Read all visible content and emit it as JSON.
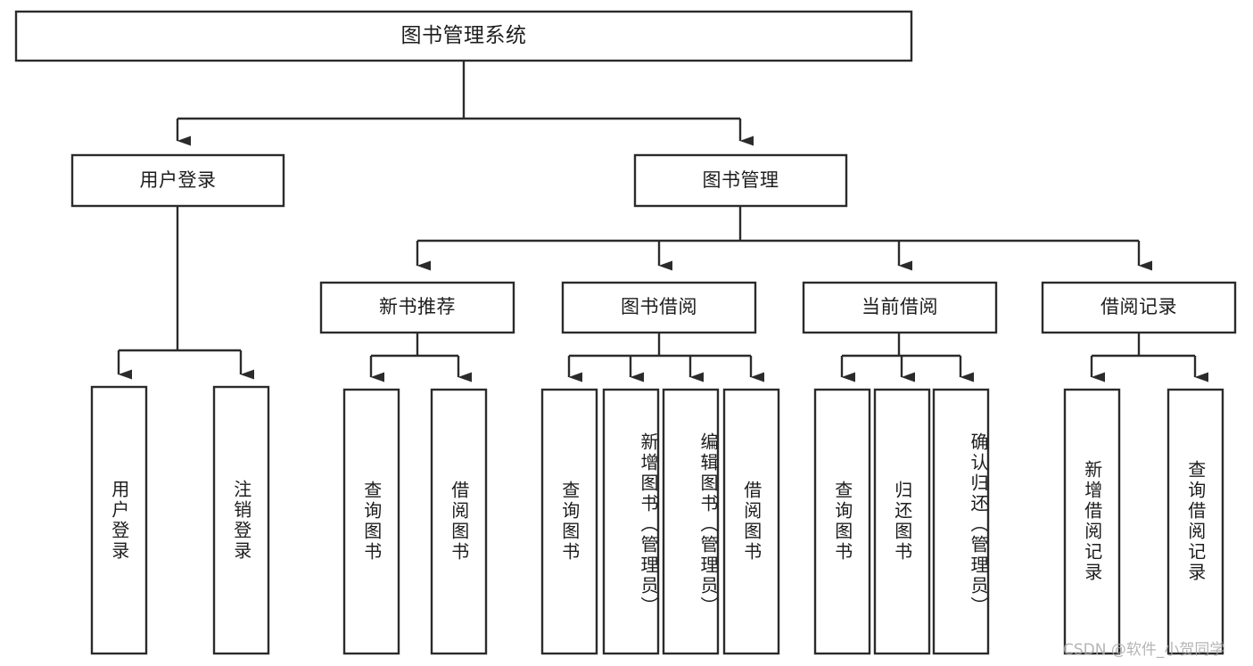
{
  "diagram": {
    "type": "tree-hierarchy-chart",
    "title": "图书管理系统",
    "background_color": "#ffffff",
    "stroke_color": "#2b2b2b",
    "text_color": "#1d1d1d",
    "watermark": "CSDN @软件_小贺同学"
  },
  "nodes": {
    "root": {
      "label": "图书管理系统",
      "level": 1
    },
    "level2": [
      {
        "id": "user-login",
        "label": "用户登录"
      },
      {
        "id": "book-manage",
        "label": "图书管理"
      }
    ],
    "level3": [
      {
        "id": "new-book-recommend",
        "label": "新书推荐"
      },
      {
        "id": "book-borrow",
        "label": "图书借阅"
      },
      {
        "id": "current-borrow",
        "label": "当前借阅"
      },
      {
        "id": "borrow-record",
        "label": "借阅记录"
      }
    ],
    "leaves": {
      "user_login": [
        {
          "id": "leaf-user-login",
          "label": "用户登录"
        },
        {
          "id": "leaf-user-logout",
          "label": "注销登录"
        }
      ],
      "new_book_recommend": [
        {
          "id": "leaf-query-book-1",
          "label": "查询图书"
        },
        {
          "id": "leaf-borrow-book-1",
          "label": "借阅图书"
        }
      ],
      "book_borrow": [
        {
          "id": "leaf-query-book-2",
          "label": "查询图书"
        },
        {
          "id": "leaf-add-book",
          "label": "新增图书（管理员）"
        },
        {
          "id": "leaf-edit-book",
          "label": "编辑图书（管理员）"
        },
        {
          "id": "leaf-borrow-book-2",
          "label": "借阅图书"
        }
      ],
      "current_borrow": [
        {
          "id": "leaf-query-book-3",
          "label": "查询图书"
        },
        {
          "id": "leaf-return-book",
          "label": "归还图书"
        },
        {
          "id": "leaf-confirm-return",
          "label": "确认归还（管理员）"
        }
      ],
      "borrow_record": [
        {
          "id": "leaf-add-record",
          "label": "新增借阅记录"
        },
        {
          "id": "leaf-query-record",
          "label": "查询借阅记录"
        }
      ]
    }
  }
}
